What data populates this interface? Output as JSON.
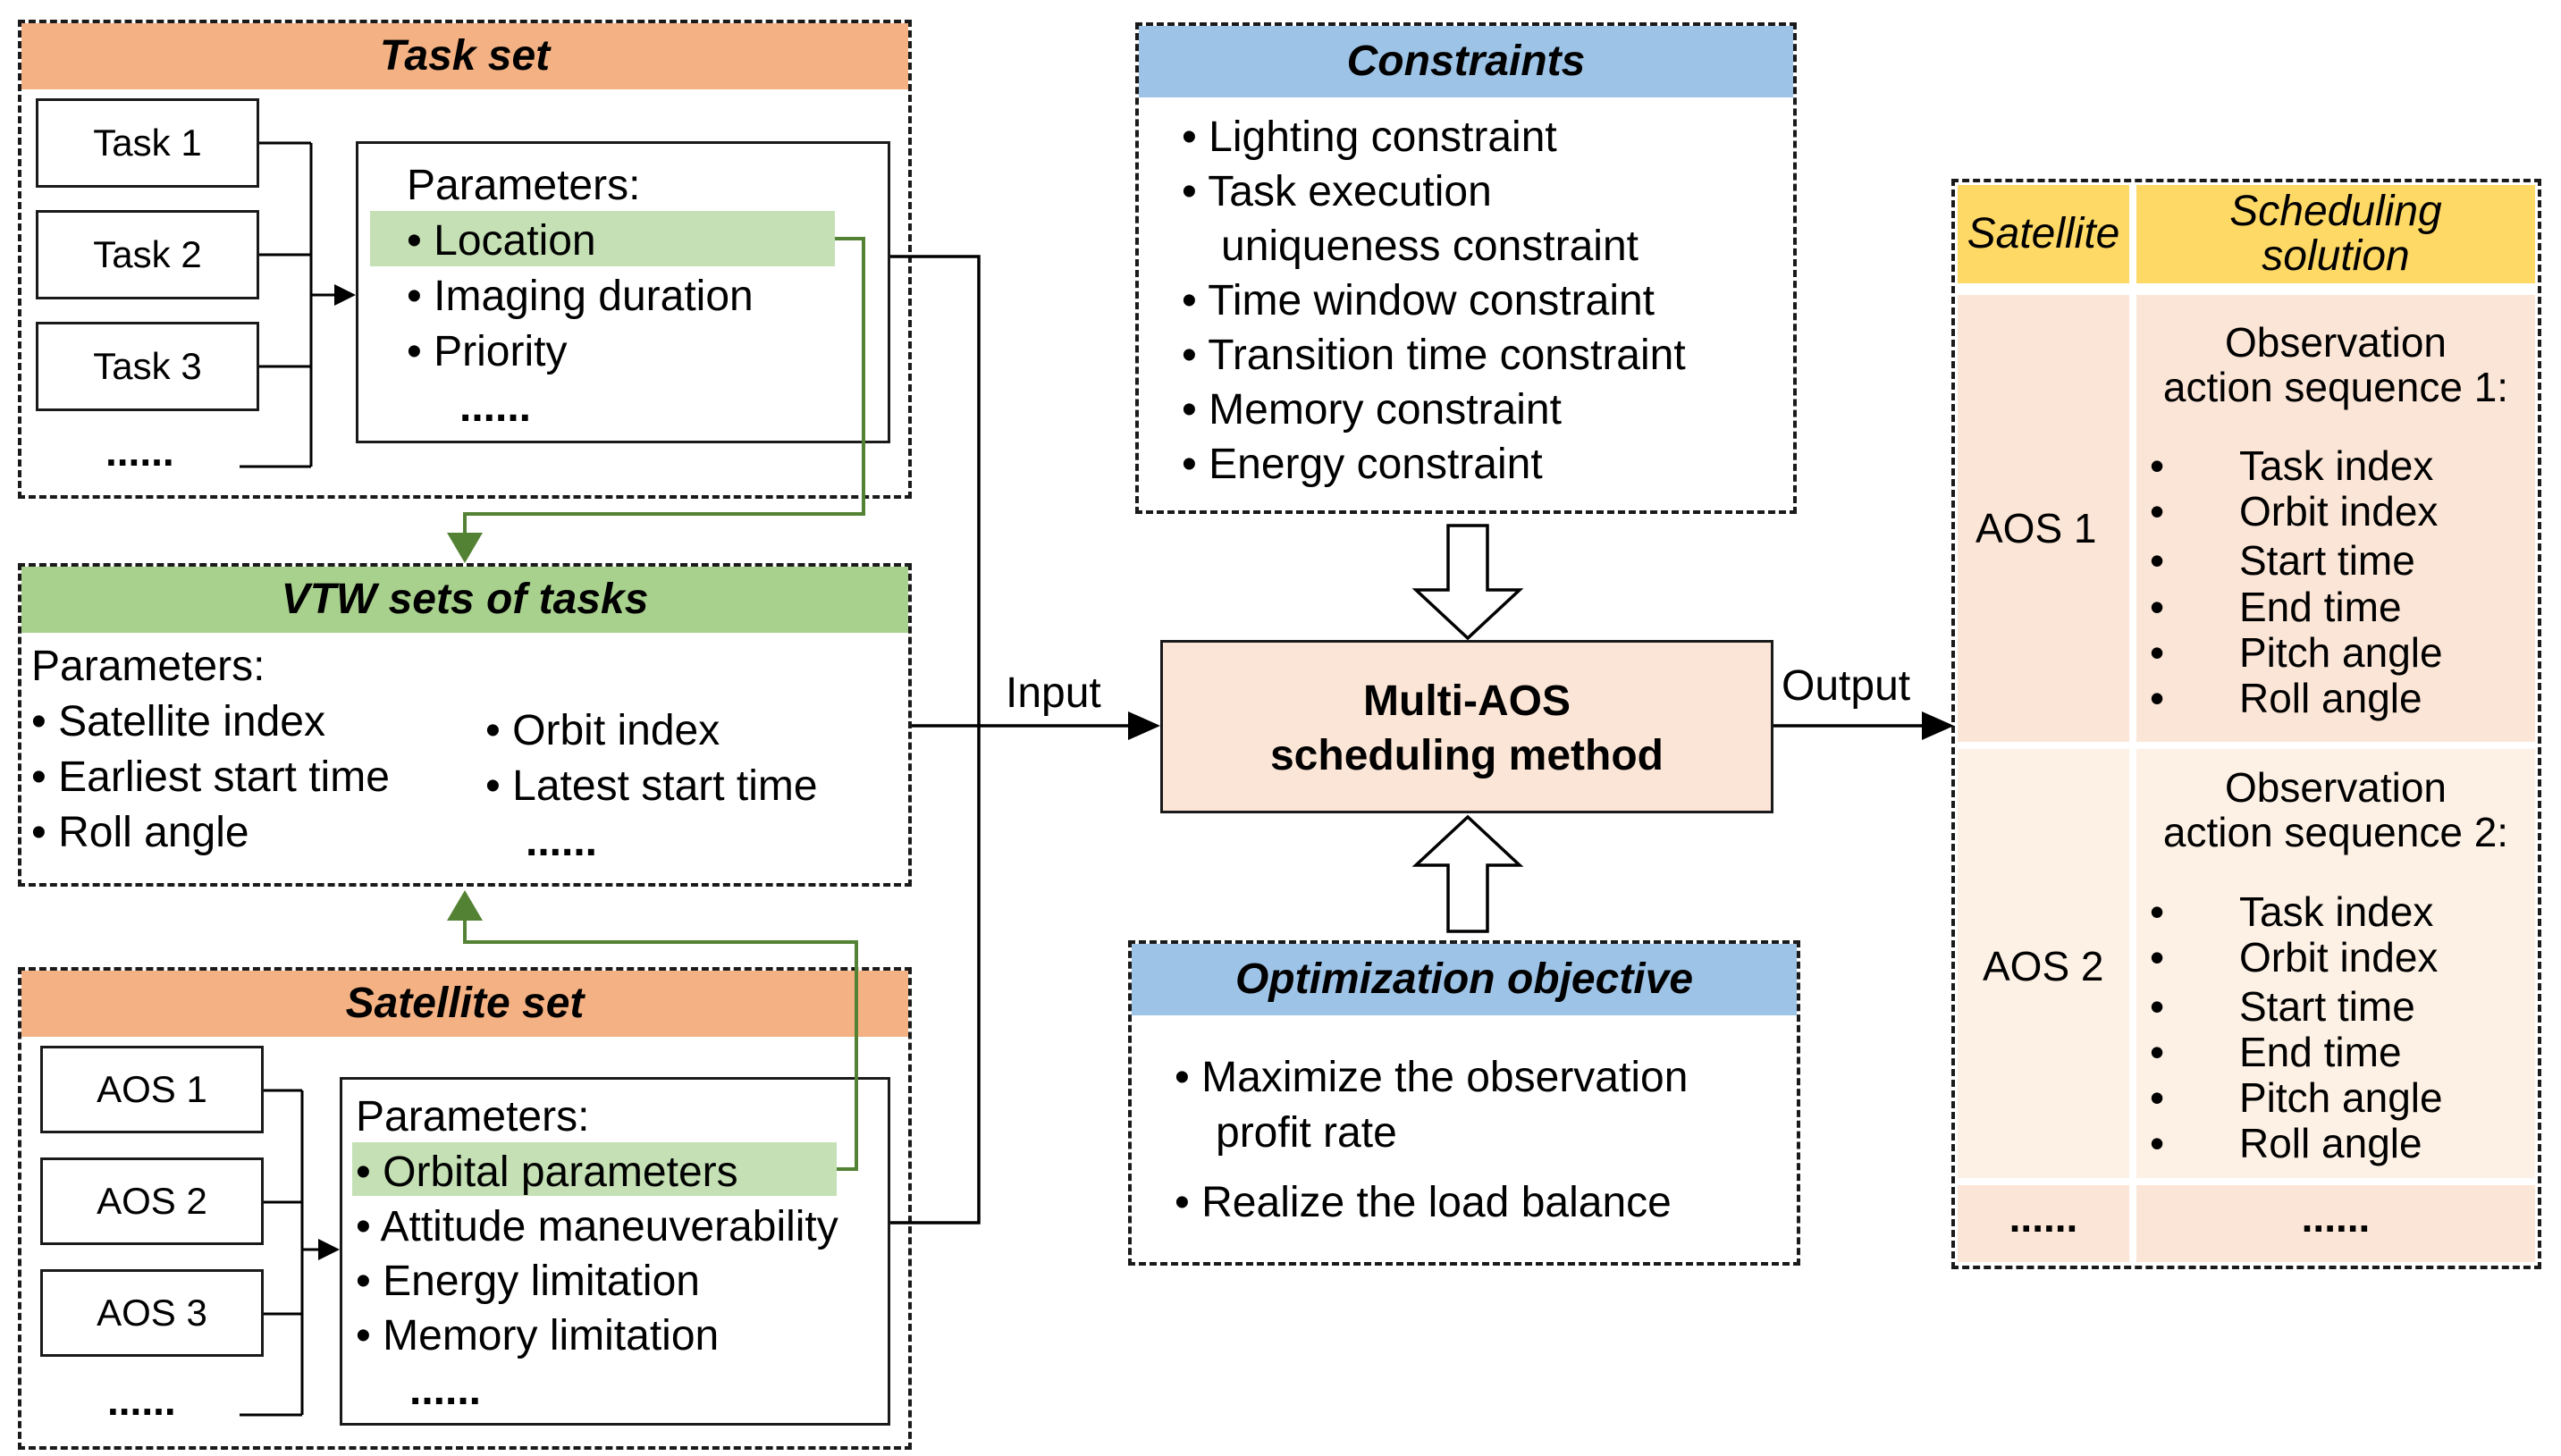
{
  "task_set": {
    "title": "Task set",
    "tasks": [
      "Task 1",
      "Task 2",
      "Task 3",
      "......"
    ],
    "params_label": "Parameters:",
    "params": [
      "• Location",
      "• Imaging duration",
      "• Priority",
      "......"
    ]
  },
  "vtw": {
    "title": "VTW sets of tasks",
    "params_label": "Parameters:",
    "left": [
      "• Satellite index",
      "• Earliest start time",
      "• Roll angle"
    ],
    "right": [
      "• Orbit index",
      "• Latest start time",
      "......"
    ]
  },
  "satellite_set": {
    "title": "Satellite set",
    "aos": [
      "AOS 1",
      "AOS 2",
      "AOS 3",
      "......"
    ],
    "params_label": "Parameters:",
    "params": [
      "• Orbital parameters",
      "• Attitude maneuverability",
      "• Energy limitation",
      "• Memory limitation",
      "......"
    ]
  },
  "constraints": {
    "title": "Constraints",
    "items": [
      "• Lighting constraint",
      "• Task execution",
      "uniqueness constraint",
      "• Time window constraint",
      "• Transition time constraint",
      "• Memory constraint",
      "• Energy constraint"
    ]
  },
  "method": {
    "line1": "Multi-AOS",
    "line2": "scheduling method"
  },
  "input_label": "Input",
  "output_label": "Output",
  "objective": {
    "title": "Optimization objective",
    "items": [
      "• Maximize the observation",
      "profit rate",
      "• Realize the load balance"
    ]
  },
  "output": {
    "col_satellite": "Satellite",
    "col_solution_1": "Scheduling",
    "col_solution_2": "solution",
    "rows": [
      {
        "aos": "AOS 1",
        "seq1": "Observation",
        "seq2": "action sequence 1:",
        "items": [
          "Task index",
          "Orbit index",
          "Start time",
          "End time",
          "Pitch angle",
          "Roll angle"
        ]
      },
      {
        "aos": "AOS 2",
        "seq1": "Observation",
        "seq2": "action sequence 2:",
        "items": [
          "Task index",
          "Orbit index",
          "Start time",
          "End time",
          "Pitch angle",
          "Roll angle"
        ]
      }
    ],
    "ellipsis_left": "......",
    "ellipsis_right": "......",
    "bullet": "•"
  },
  "colors": {
    "orange_header": "#f4b183",
    "green_header": "#a9d18e",
    "blue_header": "#9dc3e6",
    "yellow_header": "#ffd966",
    "method_fill": "#fbe5d6",
    "green_arrow": "#548235"
  }
}
